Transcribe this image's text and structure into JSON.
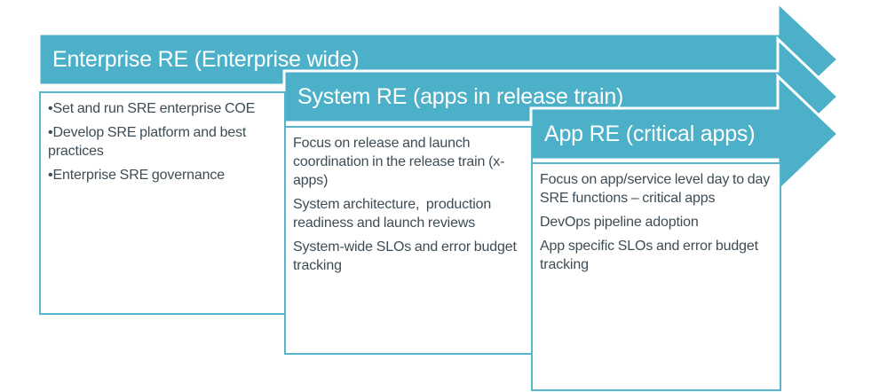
{
  "colors": {
    "arrow_fill": "#4bb0c8",
    "box_border": "#58b5cb",
    "title_text": "#ffffff",
    "body_text": "#3d4c55"
  },
  "levels": [
    {
      "title": "Enterprise RE (Enterprise wide)",
      "items": [
        "•Set and run SRE enterprise COE",
        "•Develop SRE platform and best practices",
        "•Enterprise SRE governance"
      ]
    },
    {
      "title": "System RE (apps in release train)",
      "items": [
        "Focus on release and launch coordination in the release train (x-apps)",
        "System architecture,  production readiness and launch reviews",
        "System-wide SLOs and error budget tracking"
      ]
    },
    {
      "title": "App RE (critical apps)",
      "items": [
        "Focus on app/service level day to day SRE functions – critical apps",
        "DevOps pipeline adoption",
        "App specific SLOs and error budget tracking"
      ]
    }
  ]
}
